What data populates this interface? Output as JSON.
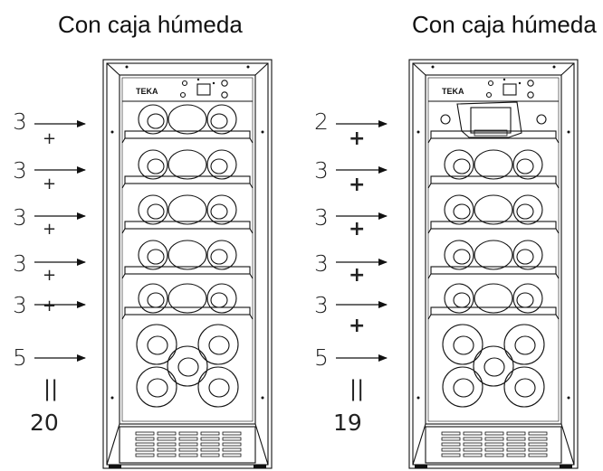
{
  "titles": {
    "left": "Con caja húmeda",
    "right": "Con caja húmeda"
  },
  "brand": "TEKA",
  "left_column": {
    "counts": [
      "3",
      "3",
      "3",
      "3",
      "3",
      "5"
    ],
    "operators": [
      "+",
      "+",
      "+",
      "+",
      "+",
      "||"
    ],
    "total": "20"
  },
  "right_column": {
    "counts": [
      "2",
      "3",
      "3",
      "3",
      "3",
      "5"
    ],
    "operators": [
      "+",
      "+",
      "+",
      "+",
      "+",
      "||"
    ],
    "total": "19"
  }
}
